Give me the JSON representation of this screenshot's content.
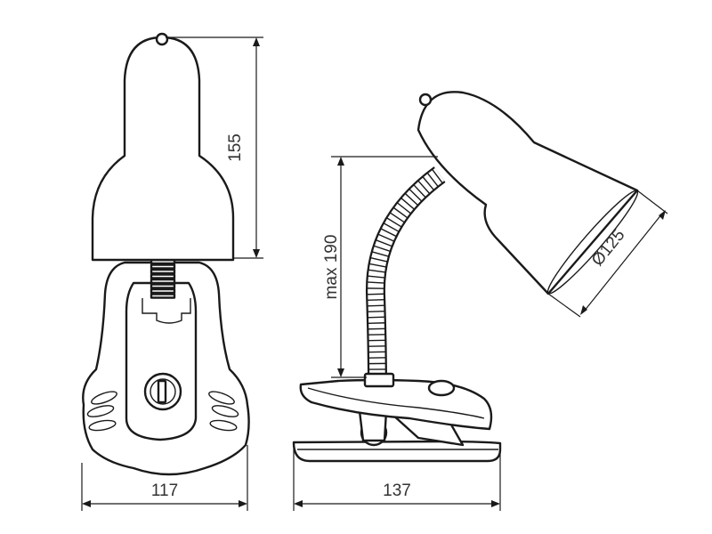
{
  "dimensions": {
    "front_width": "117",
    "front_height": "155",
    "side_width": "137",
    "side_height": "max 190",
    "shade_diameter": "Ø125"
  }
}
